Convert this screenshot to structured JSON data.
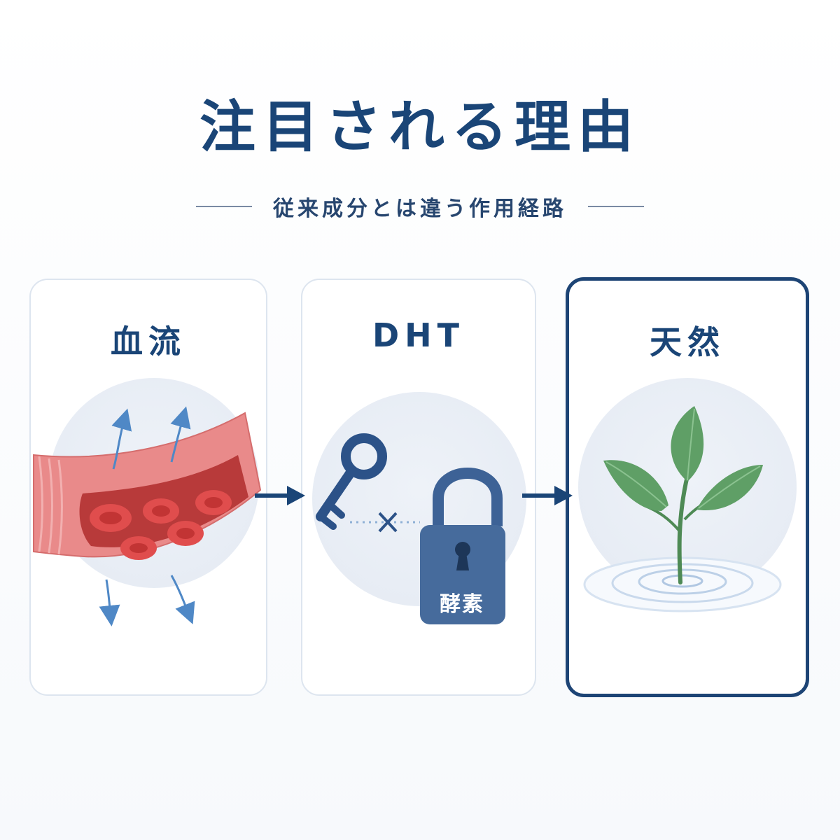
{
  "header": {
    "title": "注目される理由",
    "subtitle": "従来成分とは違う作用経路"
  },
  "cards": [
    {
      "title": "血流",
      "illustration": "blood-vessel"
    },
    {
      "title": "DHT",
      "illustration": "key-and-lock",
      "lock_label": "酵素"
    },
    {
      "title": "天然",
      "illustration": "plant-sprout"
    }
  ],
  "colors": {
    "navy": "#1a4577",
    "vessel": "#e27a7a",
    "cell": "#d84a4a",
    "arrow_blue": "#4f88c6",
    "leaf": "#5f9f66",
    "lock": "#466b9c"
  }
}
